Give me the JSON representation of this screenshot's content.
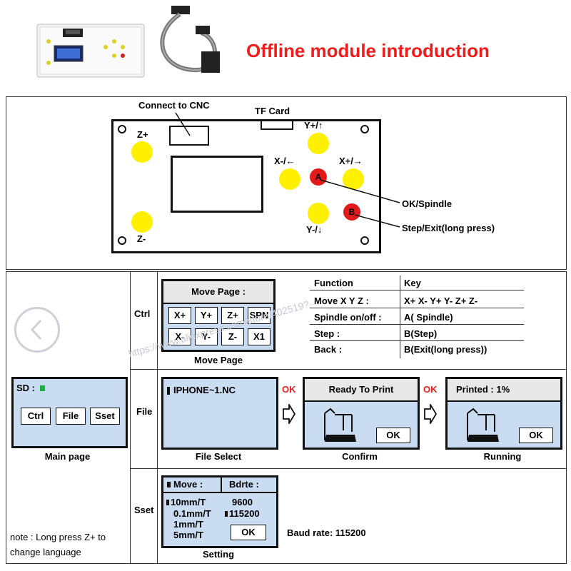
{
  "header": {
    "title": "Offline module introduction"
  },
  "board": {
    "connect_label": "Connect to CNC",
    "tf_label": "TF Card",
    "z_plus": "Z+",
    "z_minus": "Z-",
    "y_plus": "Y+/↑",
    "y_minus": "Y-/↓",
    "x_minus": "X-/←",
    "x_plus": "X+/→",
    "btn_a": "A",
    "btn_b": "B",
    "ok_label": "OK/Spindle",
    "step_label": "Step/Exit(long press)"
  },
  "ctrl": {
    "row_label": "Ctrl",
    "screen_title": "Move Page :",
    "keys": [
      "X+",
      "Y+",
      "Z+",
      "SPN",
      "X-",
      "Y-",
      "Z-",
      "X1"
    ],
    "caption": "Move Page"
  },
  "table": {
    "head": [
      "Function",
      "Key"
    ],
    "rows": [
      [
        "Move X Y Z :",
        "X+  X-  Y+  Y-  Z+  Z-"
      ],
      [
        "Spindle on/off :",
        "A( Spindle)"
      ],
      [
        "Step :",
        "B(Step)"
      ],
      [
        "Back :",
        "B(Exit(long press))"
      ]
    ]
  },
  "main": {
    "sd_label": "SD :",
    "buttons": [
      "Ctrl",
      "File",
      "Sset"
    ],
    "caption": "Main page"
  },
  "file": {
    "row_label": "File",
    "file_name": "IPHONE~1.NC",
    "caption_select": "File Select",
    "ok_arrow_1": "OK",
    "confirm_title": "Ready To Print",
    "confirm_ok": "OK",
    "caption_confirm": "Confirm",
    "ok_arrow_2": "OK",
    "running_title": "Printed : 1%",
    "running_ok": "OK",
    "caption_running": "Running"
  },
  "sset": {
    "row_label": "Sset",
    "move_head": "Move :",
    "bdrte_head": "Bdrte :",
    "move_options": [
      "10mm/T",
      "0.1mm/T",
      "1mm/T",
      "5mm/T"
    ],
    "baud_options": [
      "9600",
      "115200"
    ],
    "ok": "OK",
    "caption": "Setting",
    "baud_note": "Baud rate: 115200"
  },
  "note": {
    "line1": "note : Long press Z+ to",
    "line2": "change language"
  },
  "watermark": {
    "text": "https://www.aliexpress.com/store/402519?"
  },
  "colors": {
    "title": "#ee1c1c",
    "screen": "#c9dcf2",
    "yellow_button": "#fff000",
    "red_button": "#e21a1a",
    "sd_indicator": "#22aa44"
  }
}
